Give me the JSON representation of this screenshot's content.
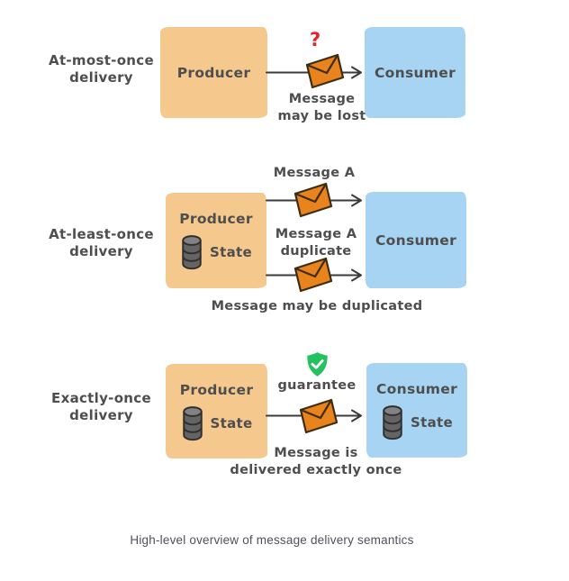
{
  "colors": {
    "background": "#ffffff",
    "producer_fill": "#f5c88e",
    "consumer_fill": "#a7d4f2",
    "envelope_fill": "#e8831d",
    "envelope_stroke": "#3f2d12",
    "arrow_ink": "#3b3b3b",
    "text_ink": "#4e4e4e",
    "question_red": "#e4242c",
    "shield_green": "#23c160",
    "shield_check": "#ffffff",
    "db_fill": "#646464",
    "db_top_fill": "#828282",
    "db_stroke": "#2f2f2f",
    "caption_text": "#50505a"
  },
  "rows": [
    {
      "label_line1": "At-most-once",
      "label_line2": "delivery",
      "producer_label": "Producer",
      "consumer_label": "Consumer",
      "question_mark": "?",
      "note_line1": "Message",
      "note_line2": "may be lost"
    },
    {
      "label_line1": "At-least-once",
      "label_line2": "delivery",
      "producer_label": "Producer",
      "producer_state_label": "State",
      "consumer_label": "Consumer",
      "message_a_label": "Message A",
      "duplicate_line1": "Message A",
      "duplicate_line2": "duplicate",
      "note": "Message may be duplicated"
    },
    {
      "label_line1": "Exactly-once",
      "label_line2": "delivery",
      "producer_label": "Producer",
      "producer_state_label": "State",
      "consumer_label": "Consumer",
      "consumer_state_label": "State",
      "guarantee_label": "guarantee",
      "note_line1": "Message is",
      "note_line2": "delivered exactly once"
    }
  ],
  "caption": "High-level overview of message delivery semantics"
}
